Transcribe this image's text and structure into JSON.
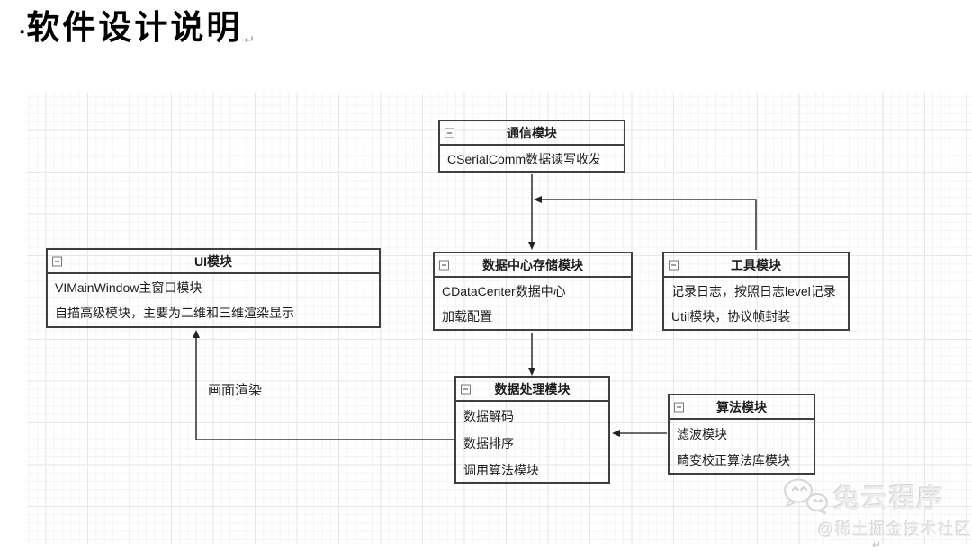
{
  "page": {
    "bullet": "▪",
    "title": "软件设计说明",
    "return_mark": "↵"
  },
  "diagram": {
    "modules": [
      {
        "name": "通信模块",
        "lines": [
          "CSerialComm数据读写收发"
        ]
      },
      {
        "name": "UI模块",
        "lines": [
          "VIMainWindow主窗口模块",
          "自描高级模块，主要为二维和三维渲染显示"
        ]
      },
      {
        "name": "数据中心存储模块",
        "lines": [
          "CDataCenter数据中心",
          "加载配置"
        ]
      },
      {
        "name": "工具模块",
        "lines": [
          "记录日志，按照日志level记录",
          "Util模块，协议帧封装"
        ]
      },
      {
        "name": "数据处理模块",
        "lines": [
          "数据解码",
          "数据排序",
          "调用算法模块"
        ]
      },
      {
        "name": "算法模块",
        "lines": [
          "滤波模块",
          "畸变校正算法库模块"
        ]
      }
    ],
    "edges": [
      {
        "from": "通信模块",
        "to": "数据中心存储模块",
        "label": ""
      },
      {
        "from": "工具模块",
        "to": "通信模块",
        "label": ""
      },
      {
        "from": "数据中心存储模块",
        "to": "数据处理模块",
        "label": ""
      },
      {
        "from": "算法模块",
        "to": "数据处理模块",
        "label": ""
      },
      {
        "from": "数据处理模块",
        "to": "UI模块",
        "label": "画面渲染"
      }
    ],
    "colors": {
      "border": "#3f3f3f",
      "line": "#3a3a3a",
      "grid_minor": "#f4f4f6",
      "grid_major": "#e6e6eb"
    }
  },
  "watermark": {
    "name": "兔云程序",
    "community": "@稀土掘金技术社区",
    "return_mark": "↵"
  }
}
